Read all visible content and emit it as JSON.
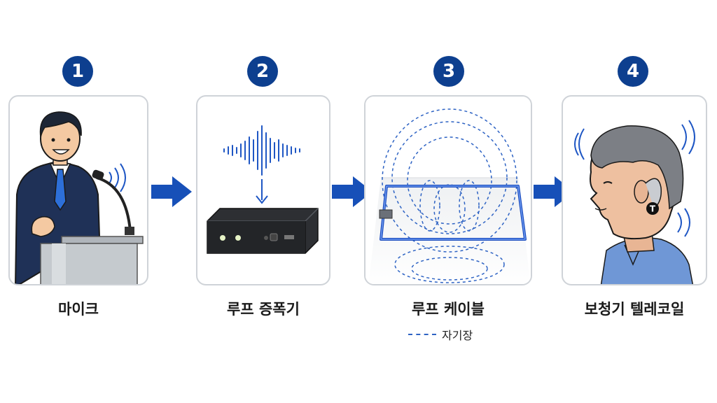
{
  "steps": [
    {
      "number": "1",
      "label": "마이크",
      "icon": "speaker-microphone"
    },
    {
      "number": "2",
      "label": "루프 증폭기",
      "icon": "loop-amplifier"
    },
    {
      "number": "3",
      "label": "루프 케이블",
      "icon": "loop-cable"
    },
    {
      "number": "4",
      "label": "보청기 텔레코일",
      "icon": "hearing-aid-telecoil"
    }
  ],
  "legend": {
    "label": "자기장",
    "line_style": "dashed"
  },
  "telecoil_badge": "T",
  "colors": {
    "accent": "#0d3f8f",
    "arrow": "#1750b8",
    "field": "#2e63c4",
    "panel_border": "#cfd3d8"
  }
}
